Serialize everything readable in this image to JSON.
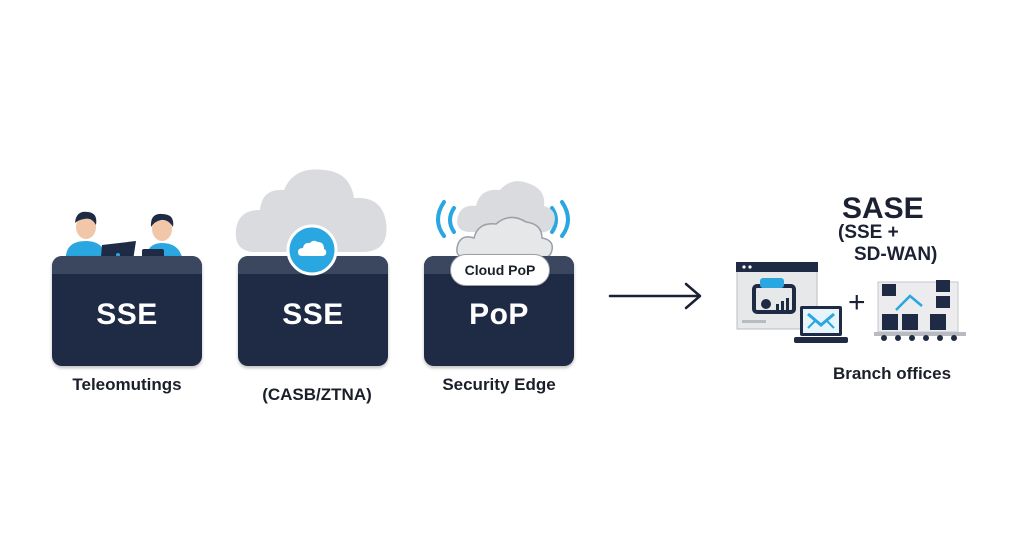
{
  "diagram": {
    "nodes": [
      {
        "id": "sse-teleworkers",
        "label": "SSE",
        "caption": "Teleomutings"
      },
      {
        "id": "sse-casb",
        "label": "SSE",
        "caption": "(CASB/ZTNA)"
      },
      {
        "id": "pop",
        "label": "PoP",
        "caption": "Security Edge",
        "badge": "Cloud PoP"
      }
    ],
    "result": {
      "title": "SASE",
      "subtitle_line1": "(SSE +",
      "subtitle_line2": "SD-WAN)",
      "plus": "+",
      "caption": "Branch offices"
    },
    "colors": {
      "block": "#1f2b45",
      "accent": "#2aa6e0",
      "cloud": "#d9dbde"
    },
    "icons": [
      "person-laptop-icon",
      "cloud-icon",
      "wifi-signal-icon",
      "arrow-right-icon",
      "dashboard-icon",
      "laptop-mail-icon",
      "building-icon"
    ]
  }
}
